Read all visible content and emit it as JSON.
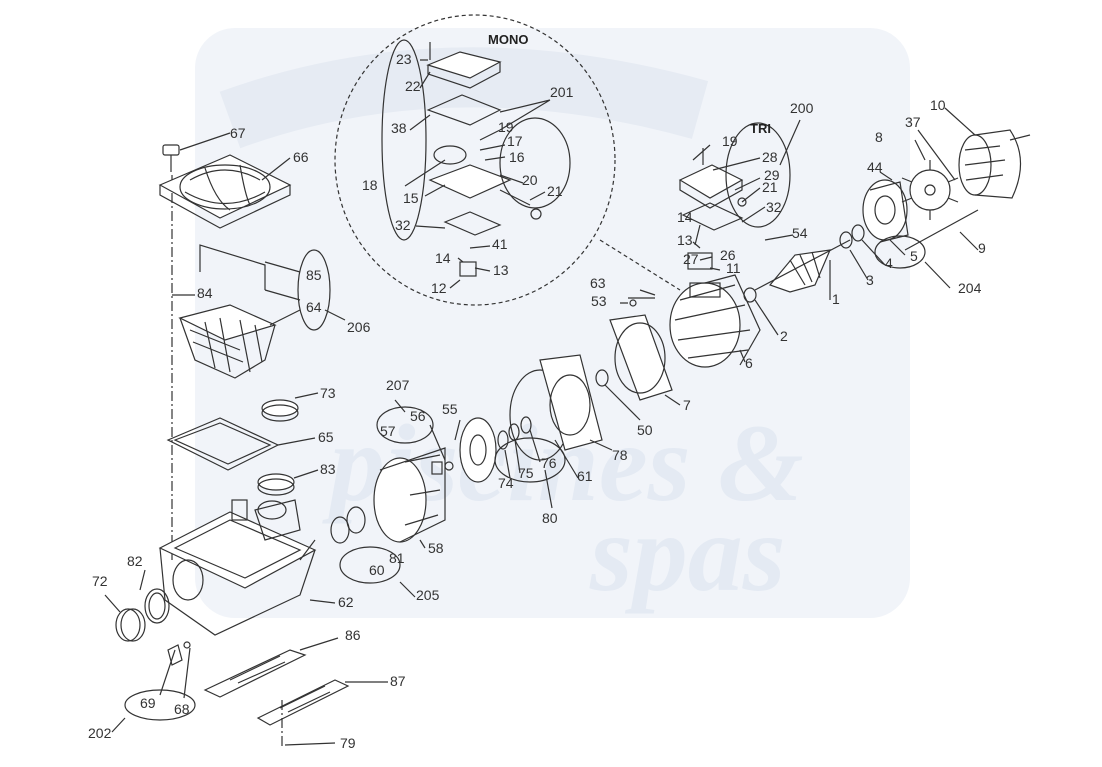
{
  "header_mono": "MONO",
  "header_tri": "TRI",
  "watermark": {
    "line1": "piscines &",
    "line2": "spas",
    "color": "#e9eef5"
  },
  "colors": {
    "line": "#333333",
    "part": "#444444",
    "callout": "#777777",
    "watermark": "#eef2f7"
  },
  "parts": [
    {
      "id": "p67",
      "text": "67"
    },
    {
      "id": "p66",
      "text": "66"
    },
    {
      "id": "p85",
      "text": "85"
    },
    {
      "id": "p84",
      "text": "84"
    },
    {
      "id": "p64",
      "text": "64"
    },
    {
      "id": "p206",
      "text": "206"
    },
    {
      "id": "p73",
      "text": "73"
    },
    {
      "id": "p65",
      "text": "65"
    },
    {
      "id": "p83",
      "text": "83"
    },
    {
      "id": "p82",
      "text": "82"
    },
    {
      "id": "p72",
      "text": "72"
    },
    {
      "id": "p62",
      "text": "62"
    },
    {
      "id": "p86",
      "text": "86"
    },
    {
      "id": "p87",
      "text": "87"
    },
    {
      "id": "p69",
      "text": "69"
    },
    {
      "id": "p68",
      "text": "68"
    },
    {
      "id": "p202",
      "text": "202"
    },
    {
      "id": "p79",
      "text": "79"
    },
    {
      "id": "p60",
      "text": "60"
    },
    {
      "id": "p81",
      "text": "81"
    },
    {
      "id": "p205",
      "text": "205"
    },
    {
      "id": "p58",
      "text": "58"
    },
    {
      "id": "p207",
      "text": "207"
    },
    {
      "id": "p57",
      "text": "57"
    },
    {
      "id": "p56",
      "text": "56"
    },
    {
      "id": "p55",
      "text": "55"
    },
    {
      "id": "p74",
      "text": "74"
    },
    {
      "id": "p75",
      "text": "75"
    },
    {
      "id": "p76",
      "text": "76"
    },
    {
      "id": "p80",
      "text": "80"
    },
    {
      "id": "p61",
      "text": "61"
    },
    {
      "id": "p78",
      "text": "78"
    },
    {
      "id": "p50",
      "text": "50"
    },
    {
      "id": "p7",
      "text": "7"
    },
    {
      "id": "p6",
      "text": "6"
    },
    {
      "id": "p63",
      "text": "63"
    },
    {
      "id": "p53",
      "text": "53"
    },
    {
      "id": "p2",
      "text": "2"
    },
    {
      "id": "p1",
      "text": "1"
    },
    {
      "id": "p3",
      "text": "3"
    },
    {
      "id": "p4",
      "text": "4"
    },
    {
      "id": "p5",
      "text": "5"
    },
    {
      "id": "p204",
      "text": "204"
    },
    {
      "id": "p9",
      "text": "9"
    },
    {
      "id": "p44",
      "text": "44"
    },
    {
      "id": "p8",
      "text": "8"
    },
    {
      "id": "p37",
      "text": "37"
    },
    {
      "id": "p10",
      "text": "10"
    },
    {
      "id": "p54",
      "text": "54"
    },
    {
      "id": "p200",
      "text": "200"
    },
    {
      "id": "p19t",
      "text": "19"
    },
    {
      "id": "p28",
      "text": "28"
    },
    {
      "id": "p29",
      "text": "29"
    },
    {
      "id": "p21t",
      "text": "21"
    },
    {
      "id": "p32t",
      "text": "32"
    },
    {
      "id": "p14t",
      "text": "14"
    },
    {
      "id": "p13t",
      "text": "13"
    },
    {
      "id": "p27",
      "text": "27"
    },
    {
      "id": "p26",
      "text": "26"
    },
    {
      "id": "p11",
      "text": "11"
    },
    {
      "id": "p23",
      "text": "23"
    },
    {
      "id": "p22",
      "text": "22"
    },
    {
      "id": "p38",
      "text": "38"
    },
    {
      "id": "p18",
      "text": "18"
    },
    {
      "id": "p15",
      "text": "15"
    },
    {
      "id": "p32m",
      "text": "32"
    },
    {
      "id": "p201",
      "text": "201"
    },
    {
      "id": "p19m",
      "text": "19"
    },
    {
      "id": "p17",
      "text": "17"
    },
    {
      "id": "p16",
      "text": "16"
    },
    {
      "id": "p20",
      "text": "20"
    },
    {
      "id": "p21m",
      "text": "21"
    },
    {
      "id": "p41",
      "text": "41"
    },
    {
      "id": "p14m",
      "text": "14"
    },
    {
      "id": "p13m",
      "text": "13"
    },
    {
      "id": "p12",
      "text": "12"
    }
  ]
}
